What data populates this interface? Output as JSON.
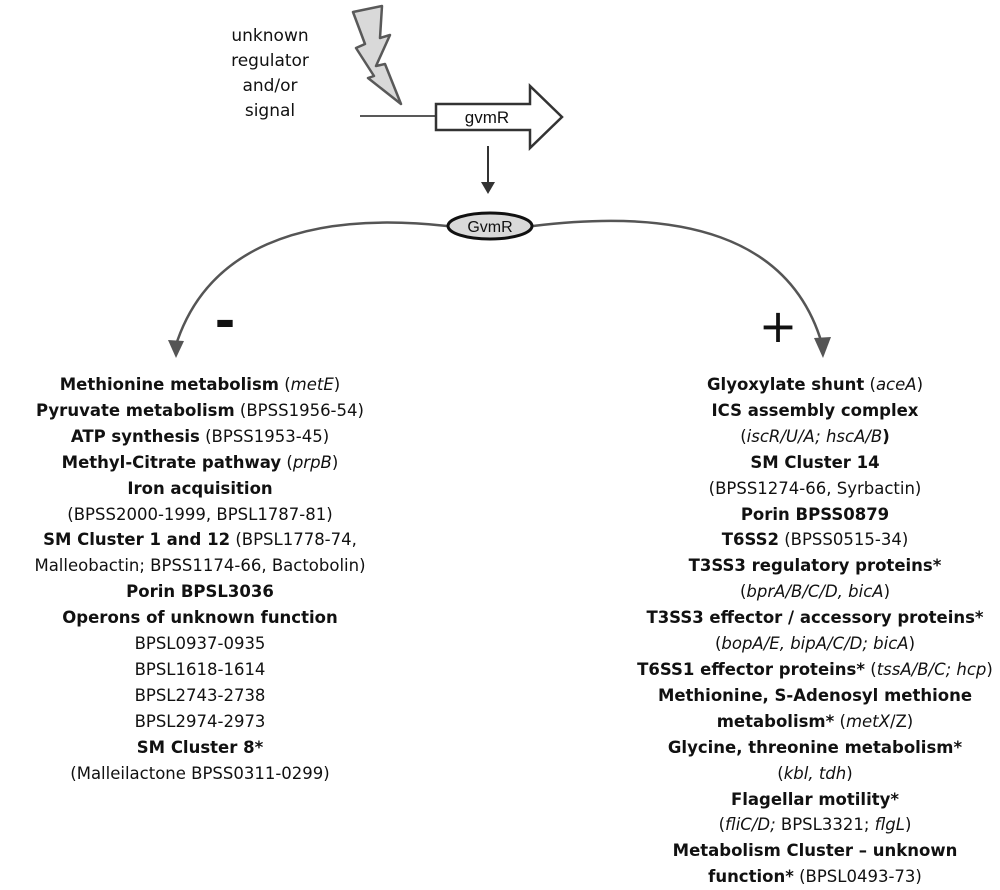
{
  "signal_label": [
    "unknown",
    "regulator",
    "and/or",
    "signal"
  ],
  "gene_label": "gvmR",
  "protein_label": "GvmR",
  "repressed_sign": "-",
  "activated_sign": "+",
  "colors": {
    "node_fill": "#d9d9d9",
    "stroke": "#595959",
    "lightning": "#d9d9d9"
  },
  "icons": [
    "lightning-bolt-icon",
    "gene-arrow-icon"
  ],
  "repressed": [
    [
      [
        "Methionine metabolism",
        "b"
      ],
      [
        " (",
        ""
      ],
      [
        "metE",
        "i"
      ],
      [
        ")",
        ""
      ]
    ],
    [
      [
        "Pyruvate metabolism",
        "b"
      ],
      [
        " (BPSS1956-54)",
        ""
      ]
    ],
    [
      [
        "ATP synthesis",
        "b"
      ],
      [
        " (BPSS1953-45)",
        ""
      ]
    ],
    [
      [
        "Methyl-Citrate pathway",
        "b"
      ],
      [
        " (",
        ""
      ],
      [
        "prpB",
        "i"
      ],
      [
        ")",
        ""
      ]
    ],
    [
      [
        "Iron acquisition",
        "b"
      ]
    ],
    [
      [
        "(BPSS2000-1999, BPSL1787-81)",
        ""
      ]
    ],
    [
      [
        "SM Cluster 1 and 12",
        "b"
      ],
      [
        "  (BPSL1778-74,",
        ""
      ]
    ],
    [
      [
        "Malleobactin; BPSS1174-66, Bactobolin)",
        ""
      ]
    ],
    [
      [
        "Porin BPSL3036",
        "b"
      ]
    ],
    [
      [
        "Operons of unknown function",
        "b"
      ]
    ],
    [
      [
        "BPSL0937-0935",
        ""
      ]
    ],
    [
      [
        "BPSL1618-1614",
        ""
      ]
    ],
    [
      [
        "BPSL2743-2738",
        ""
      ]
    ],
    [
      [
        "BPSL2974-2973",
        ""
      ]
    ],
    [
      [
        "SM Cluster 8*",
        "b"
      ]
    ],
    [
      [
        "(Malleilactone BPSS0311-0299)",
        ""
      ]
    ]
  ],
  "activated": [
    [
      [
        "Glyoxylate shunt",
        "b"
      ],
      [
        " (",
        ""
      ],
      [
        "aceA",
        "i"
      ],
      [
        ")",
        ""
      ]
    ],
    [
      [
        "ICS assembly complex",
        "b"
      ]
    ],
    [
      [
        "(",
        ""
      ],
      [
        "iscR/U/A; hscA/B",
        "i"
      ],
      [
        ")",
        "b"
      ]
    ],
    [
      [
        "SM Cluster  14",
        "b"
      ]
    ],
    [
      [
        "(BPSS1274-66, Syrbactin)",
        ""
      ]
    ],
    [
      [
        "Porin BPSS0879",
        "b"
      ]
    ],
    [
      [
        "T6SS2",
        "b"
      ],
      [
        " (BPSS0515-34)",
        ""
      ]
    ],
    [
      [
        "T3SS3 regulatory proteins*",
        "b"
      ]
    ],
    [
      [
        "(",
        ""
      ],
      [
        "bprA/B/C/D, bicA",
        "i"
      ],
      [
        ")",
        ""
      ]
    ],
    [
      [
        "T3SS3 effector / accessory proteins*",
        "b"
      ]
    ],
    [
      [
        "(",
        ""
      ],
      [
        "bopA/E, bipA/C/D; bicA",
        "i"
      ],
      [
        ")",
        ""
      ]
    ],
    [
      [
        "T6SS1 effector proteins*",
        "b"
      ],
      [
        " (",
        ""
      ],
      [
        "tssA/B/C; hcp",
        "i"
      ],
      [
        ")",
        ""
      ]
    ],
    [
      [
        "Methionine, S-Adenosyl methione",
        "b"
      ]
    ],
    [
      [
        "metabolism*",
        "b"
      ],
      [
        " (",
        ""
      ],
      [
        "metX",
        "i"
      ],
      [
        "/Z)",
        ""
      ]
    ],
    [
      [
        "Glycine, threonine metabolism*",
        "b"
      ]
    ],
    [
      [
        "(",
        ""
      ],
      [
        "kbl, tdh",
        "i"
      ],
      [
        ")",
        ""
      ]
    ],
    [
      [
        "Flagellar motility*",
        "b"
      ]
    ],
    [
      [
        "(",
        ""
      ],
      [
        "fliC/D;",
        "i"
      ],
      [
        " BPSL3321; ",
        ""
      ],
      [
        "flgL",
        "i"
      ],
      [
        ")",
        ""
      ]
    ],
    [
      [
        "Metabolism Cluster – unknown",
        "b"
      ]
    ],
    [
      [
        "function*",
        "b"
      ],
      [
        " (BPSL0493-73)",
        ""
      ]
    ]
  ]
}
